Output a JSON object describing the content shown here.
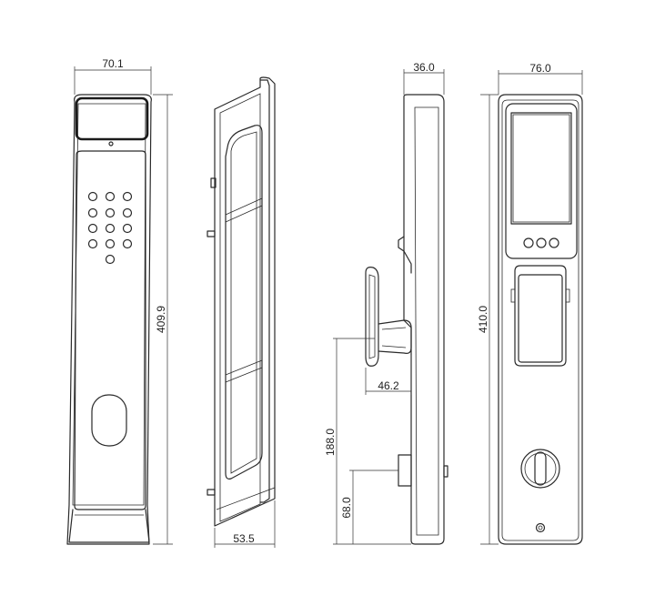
{
  "dimensions": {
    "front_width": "70.1",
    "front_height": "409.9",
    "profile_depth": "53.5",
    "side_depth": "36.0",
    "handle_projection": "46.2",
    "handle_height": "188.0",
    "latch_height": "68.0",
    "back_width": "76.0",
    "back_height": "410.0"
  }
}
